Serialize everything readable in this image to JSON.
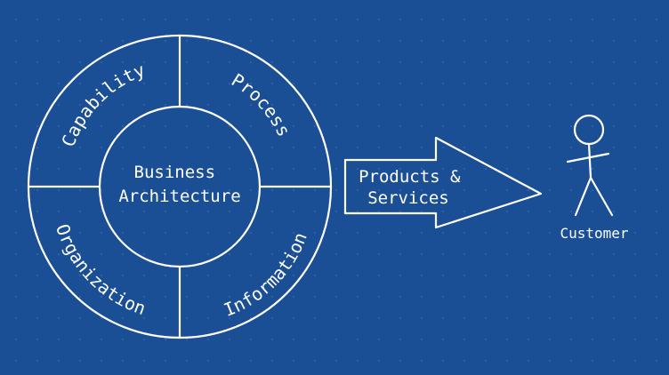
{
  "diagram": {
    "center_label": [
      "Business",
      "Architecture"
    ],
    "segments": {
      "top_left": "Capability",
      "top_right": "Process",
      "bottom_left": "Organization",
      "bottom_right": "Information"
    },
    "arrow_label": [
      "Products &",
      "Services"
    ],
    "actor_label": "Customer"
  },
  "colors": {
    "background": "#1a4f96",
    "line": "#ffffff"
  }
}
